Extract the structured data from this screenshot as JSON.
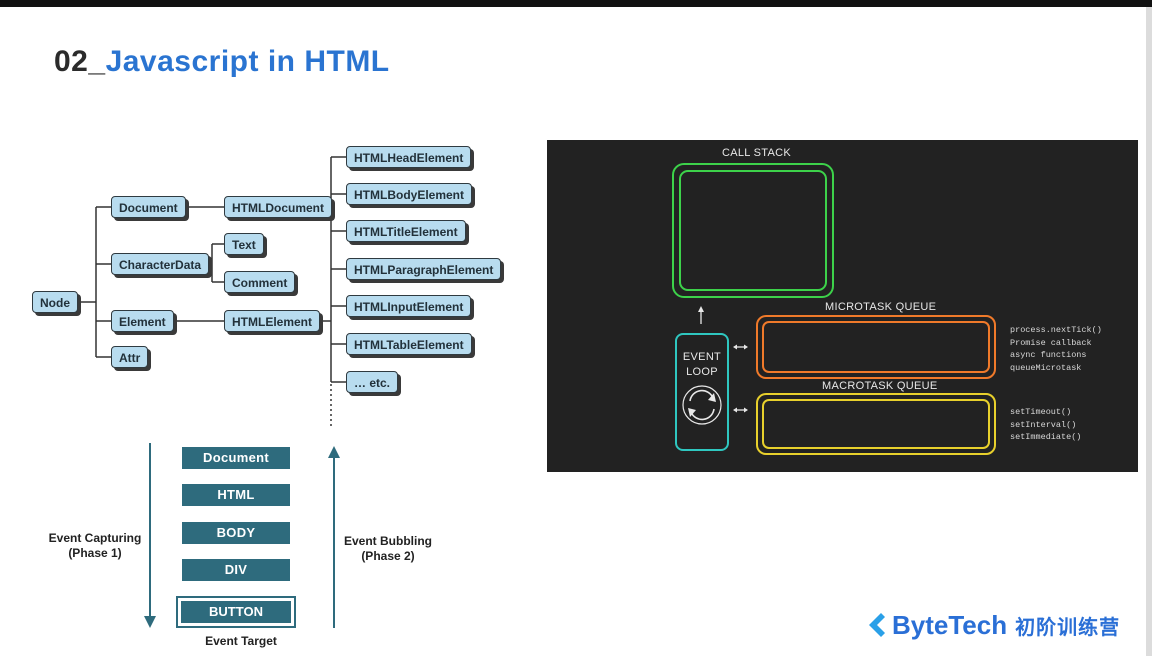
{
  "slide": {
    "title_number": "02_",
    "title_text": "Javascript in HTML"
  },
  "dom_tree": {
    "root": "Node",
    "level1": [
      "Document",
      "CharacterData",
      "Element",
      "Attr"
    ],
    "document_child": "HTMLDocument",
    "characterdata_children": [
      "Text",
      "Comment"
    ],
    "element_child": "HTMLElement",
    "html_elements": [
      "HTMLHeadElement",
      "HTMLBodyElement",
      "HTMLTitleElement",
      "HTMLParagraphElement",
      "HTMLInputElement",
      "HTMLTableElement",
      "… etc."
    ]
  },
  "event_flow": {
    "levels": [
      "Document",
      "HTML",
      "BODY",
      "DIV"
    ],
    "target": "BUTTON",
    "target_label": "Event Target",
    "capturing_label": "Event Capturing",
    "capturing_phase": "(Phase 1)",
    "bubbling_label": "Event Bubbling",
    "bubbling_phase": "(Phase 2)"
  },
  "event_loop": {
    "call_stack": "CALL STACK",
    "microtask_queue": "MICROTASK QUEUE",
    "macrotask_queue": "MACROTASK QUEUE",
    "loop_line1": "EVENT",
    "loop_line2": "LOOP",
    "microtasks": [
      "process.nextTick()",
      "Promise callback",
      "async functions",
      "queueMicrotask"
    ],
    "macrotasks": [
      "setTimeout()",
      "setInterval()",
      "setImmediate()"
    ],
    "colors": {
      "call_stack": "#3dd24a",
      "microtask": "#f07a2a",
      "macrotask": "#e8d02c",
      "event_loop": "#2fc7c0"
    }
  },
  "logo": {
    "brand": "ByteTech",
    "subtitle": "初阶训练营"
  }
}
